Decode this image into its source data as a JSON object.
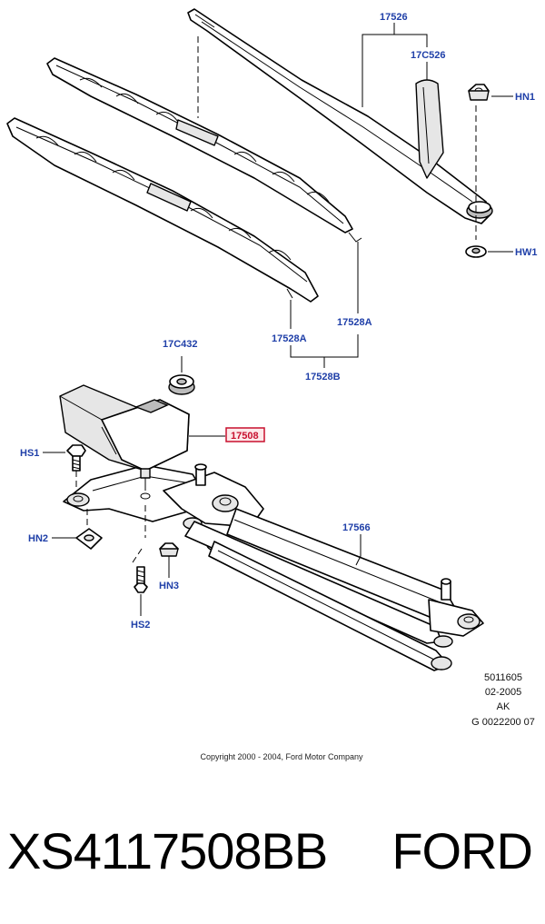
{
  "callouts": {
    "c17526": "17526",
    "c17c526": "17C526",
    "hn1": "HN1",
    "hw1": "HW1",
    "c17528a_left": "17528A",
    "c17528a_right": "17528A",
    "c17528b": "17528B",
    "c17c432": "17C432",
    "c17508": "17508",
    "hs1": "HS1",
    "c17566": "17566",
    "hn2": "HN2",
    "hn3": "HN3",
    "hs2": "HS2"
  },
  "highlight_color": "#c8102e",
  "callout_color": "#1f3fa8",
  "info_block": [
    "5011605",
    "02-2005",
    "AK",
    "G 0022200 07"
  ],
  "copyright": "Copyright 2000 - 2004, Ford Motor Company",
  "footer": {
    "part_number": "XS4117508BB",
    "brand": "FORD"
  }
}
